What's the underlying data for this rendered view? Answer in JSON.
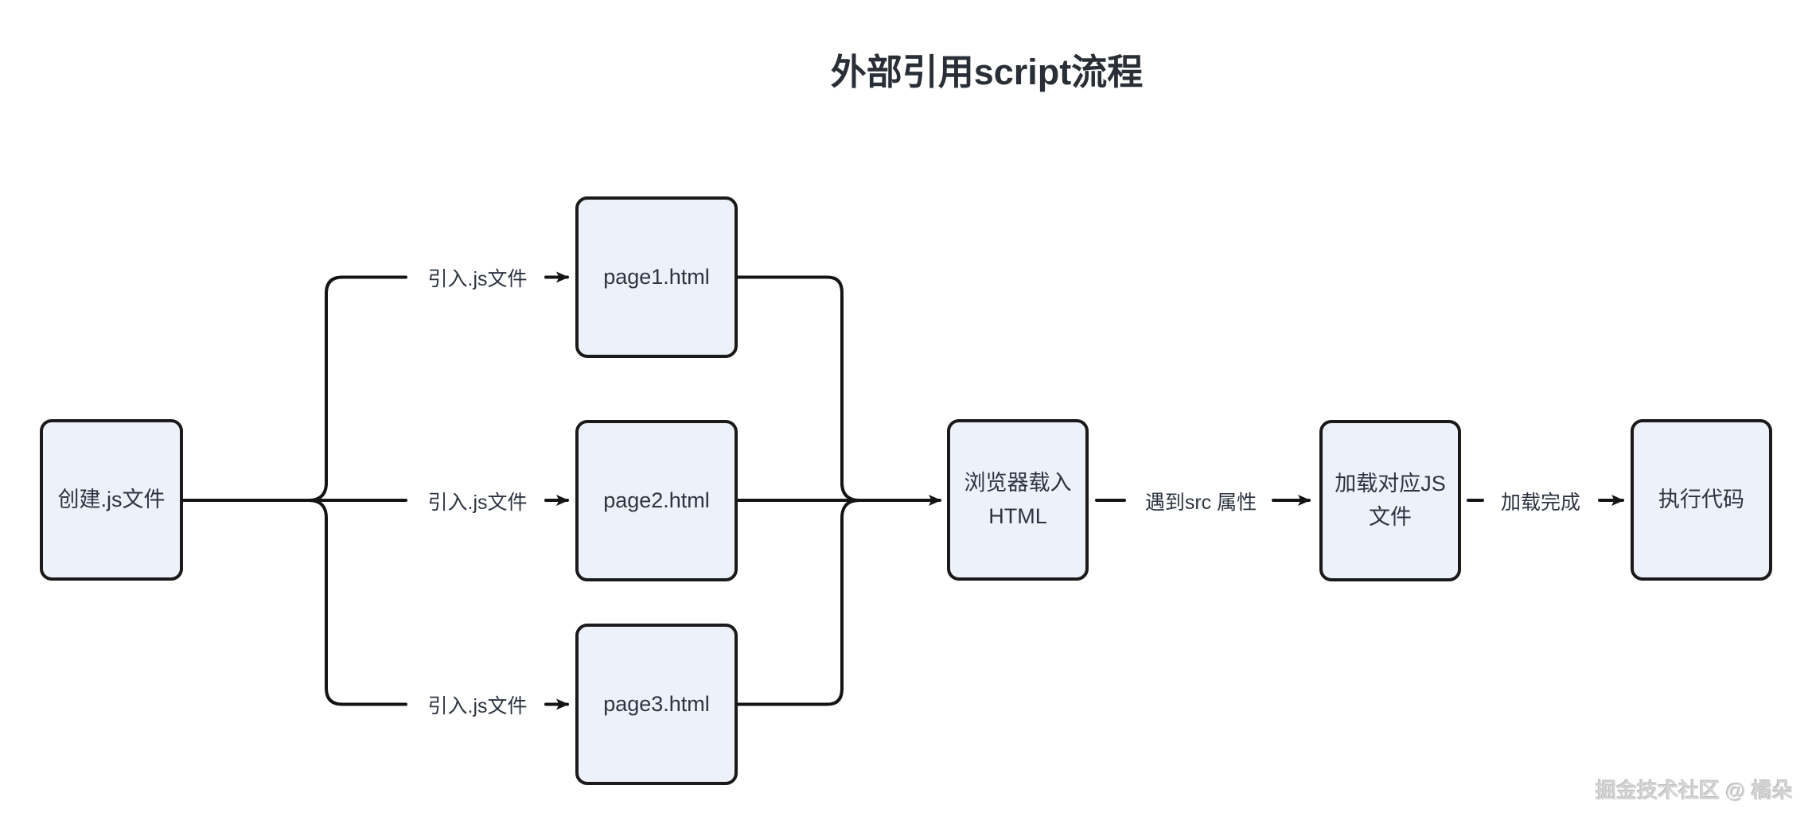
{
  "title": "外部引用script流程",
  "nodes": [
    {
      "id": "create-js-file",
      "label": "创建.js文件"
    },
    {
      "id": "page1-html",
      "label": "page1.html"
    },
    {
      "id": "page2-html",
      "label": "page2.html"
    },
    {
      "id": "page3-html",
      "label": "page3.html"
    },
    {
      "id": "browser-load-html",
      "line1": "浏览器载入",
      "line2": "HTML"
    },
    {
      "id": "load-matching-js-file",
      "line1": "加载对应JS",
      "line2": "文件"
    },
    {
      "id": "execute-code",
      "label": "执行代码"
    }
  ],
  "edge_labels": [
    {
      "text": "引入.js文件"
    },
    {
      "text": "引入.js文件"
    },
    {
      "text": "引入.js文件"
    },
    {
      "text": "遇到src 属性"
    },
    {
      "text": "加载完成"
    }
  ],
  "watermark": "掘金技术社区 @ 橘朵",
  "colors": {
    "node_fill": "#edf1f9",
    "node_border": "#1a1a1a",
    "line": "#141414",
    "text": "#2d3440",
    "title": "#2a2f37",
    "watermark": "#d4d4d4"
  }
}
